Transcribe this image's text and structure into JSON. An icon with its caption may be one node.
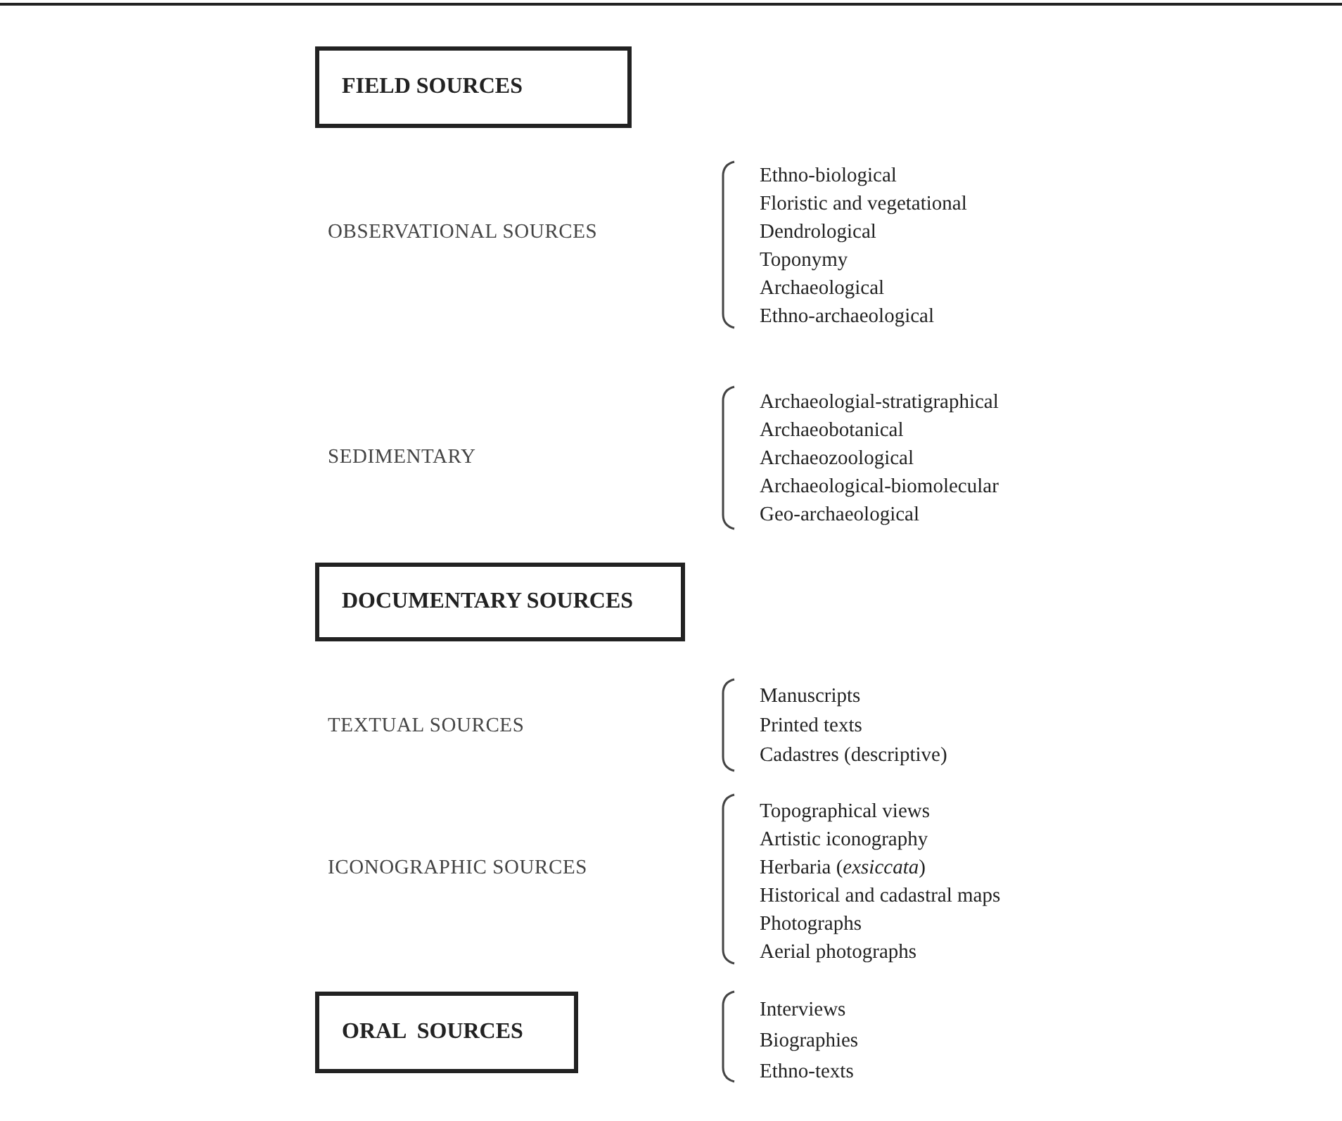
{
  "diagram": {
    "nodes": [
      {
        "text": [
          "FIELD SOURCES"
        ]
      },
      {
        "text": [
          "DOCUMENTARY SOURCES"
        ]
      },
      {
        "text": [
          "ORAL  SOURCES"
        ]
      }
    ],
    "labels": [
      "OBSERVATIONAL SOURCES",
      "Ethno-biological",
      "Floristic and vegetational",
      "Dendrological",
      "Toponymy",
      "Archaeological",
      "Ethno-archaeological",
      "SEDIMENTARY",
      "Archaeologial-stratigraphical",
      "Archaeobotanical",
      "Archaeozoological",
      "Archaeological-biomolecular",
      "Geo-archaeological",
      "TEXTUAL SOURCES",
      "Manuscripts",
      "Printed texts",
      "Cadastres (descriptive)",
      "ICONOGRAPHIC SOURCES",
      "Topographical views",
      "Artistic iconography",
      "Herbaria (*exsiccata*)",
      "Historical and cadastral maps",
      "Photographs",
      "Aerial photographs",
      "Interviews",
      "Biographies",
      "Ethno-texts"
    ]
  }
}
